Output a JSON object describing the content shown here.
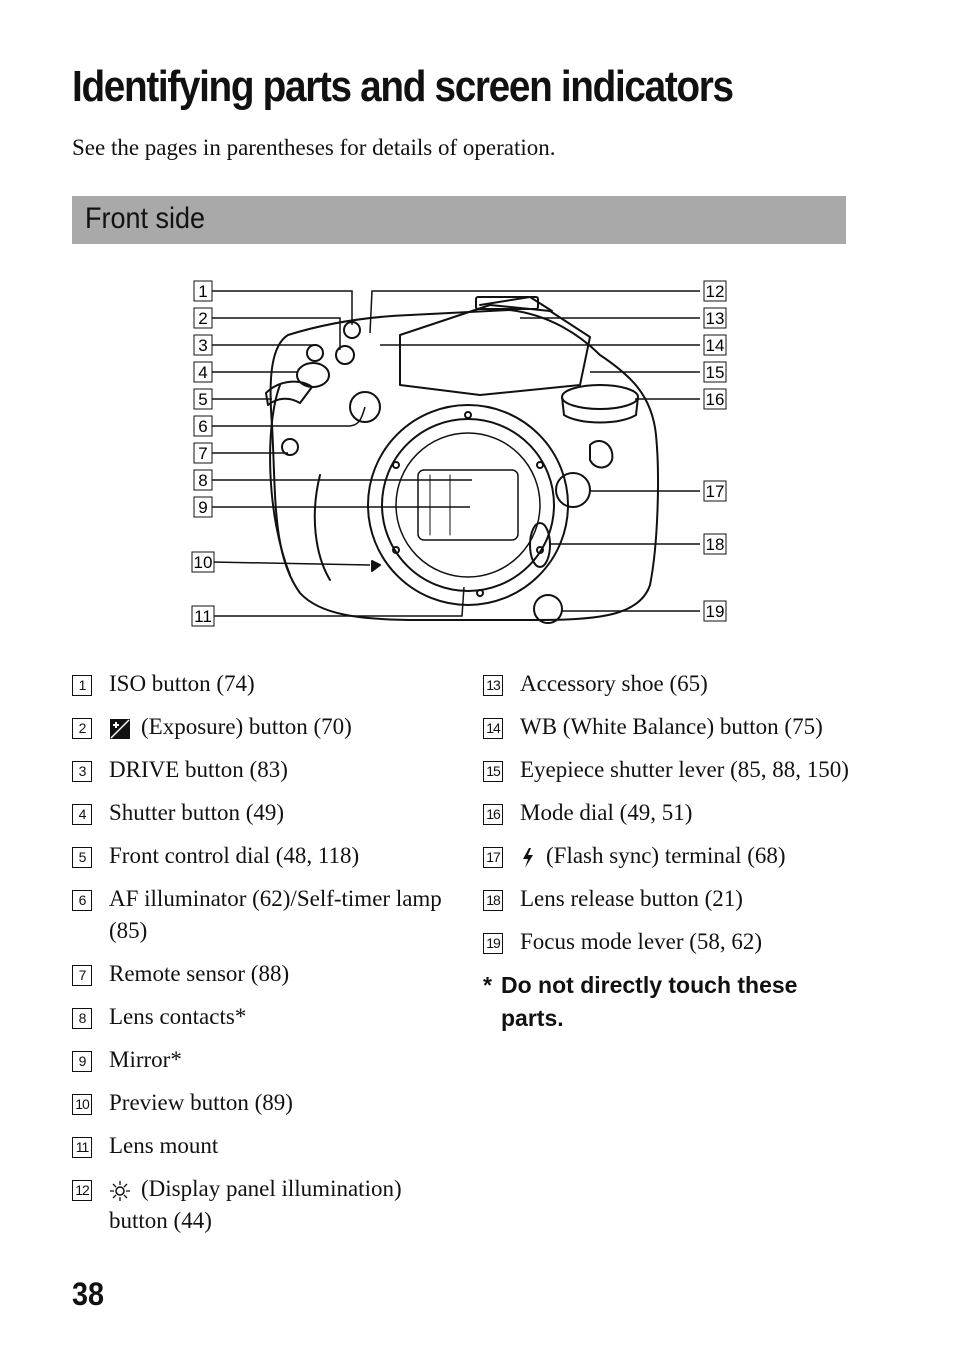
{
  "header": {
    "title": "Identifying parts and screen indicators",
    "subtitle": "See the pages in parentheses for details of operation."
  },
  "section": {
    "title": "Front side"
  },
  "diagram": {
    "callouts_left": [
      "1",
      "2",
      "3",
      "4",
      "5",
      "6",
      "7",
      "8",
      "9",
      "10",
      "11"
    ],
    "callouts_right": [
      "12",
      "13",
      "14",
      "15",
      "16",
      "17",
      "18",
      "19"
    ]
  },
  "legend": {
    "items": [
      {
        "num": "1",
        "text": "ISO button (74)"
      },
      {
        "num": "2",
        "icon": "exposure-icon",
        "text": "(Exposure) button (70)"
      },
      {
        "num": "3",
        "text": "DRIVE button (83)"
      },
      {
        "num": "4",
        "text": "Shutter button (49)"
      },
      {
        "num": "5",
        "text": "Front control dial (48, 118)"
      },
      {
        "num": "6",
        "text": "AF illuminator (62)/Self-timer lamp (85)"
      },
      {
        "num": "7",
        "text": "Remote sensor (88)"
      },
      {
        "num": "8",
        "text": "Lens contacts*"
      },
      {
        "num": "9",
        "text": "Mirror*"
      },
      {
        "num": "10",
        "text": "Preview button (89)"
      },
      {
        "num": "11",
        "text": "Lens mount"
      },
      {
        "num": "12",
        "icon": "illumination-icon",
        "text": "(Display panel illumination) button (44)"
      },
      {
        "num": "13",
        "text": "Accessory shoe (65)"
      },
      {
        "num": "14",
        "text": "WB (White Balance) button (75)"
      },
      {
        "num": "15",
        "text": "Eyepiece shutter lever (85, 88, 150)"
      },
      {
        "num": "16",
        "text": "Mode dial (49, 51)"
      },
      {
        "num": "17",
        "icon": "flash-icon",
        "text": "(Flash sync) terminal (68)"
      },
      {
        "num": "18",
        "text": "Lens release button (21)"
      },
      {
        "num": "19",
        "text": "Focus mode lever (58, 62)"
      }
    ],
    "note_mark": "*",
    "note": "Do not directly touch these parts."
  },
  "footer": {
    "page_number": "38"
  }
}
